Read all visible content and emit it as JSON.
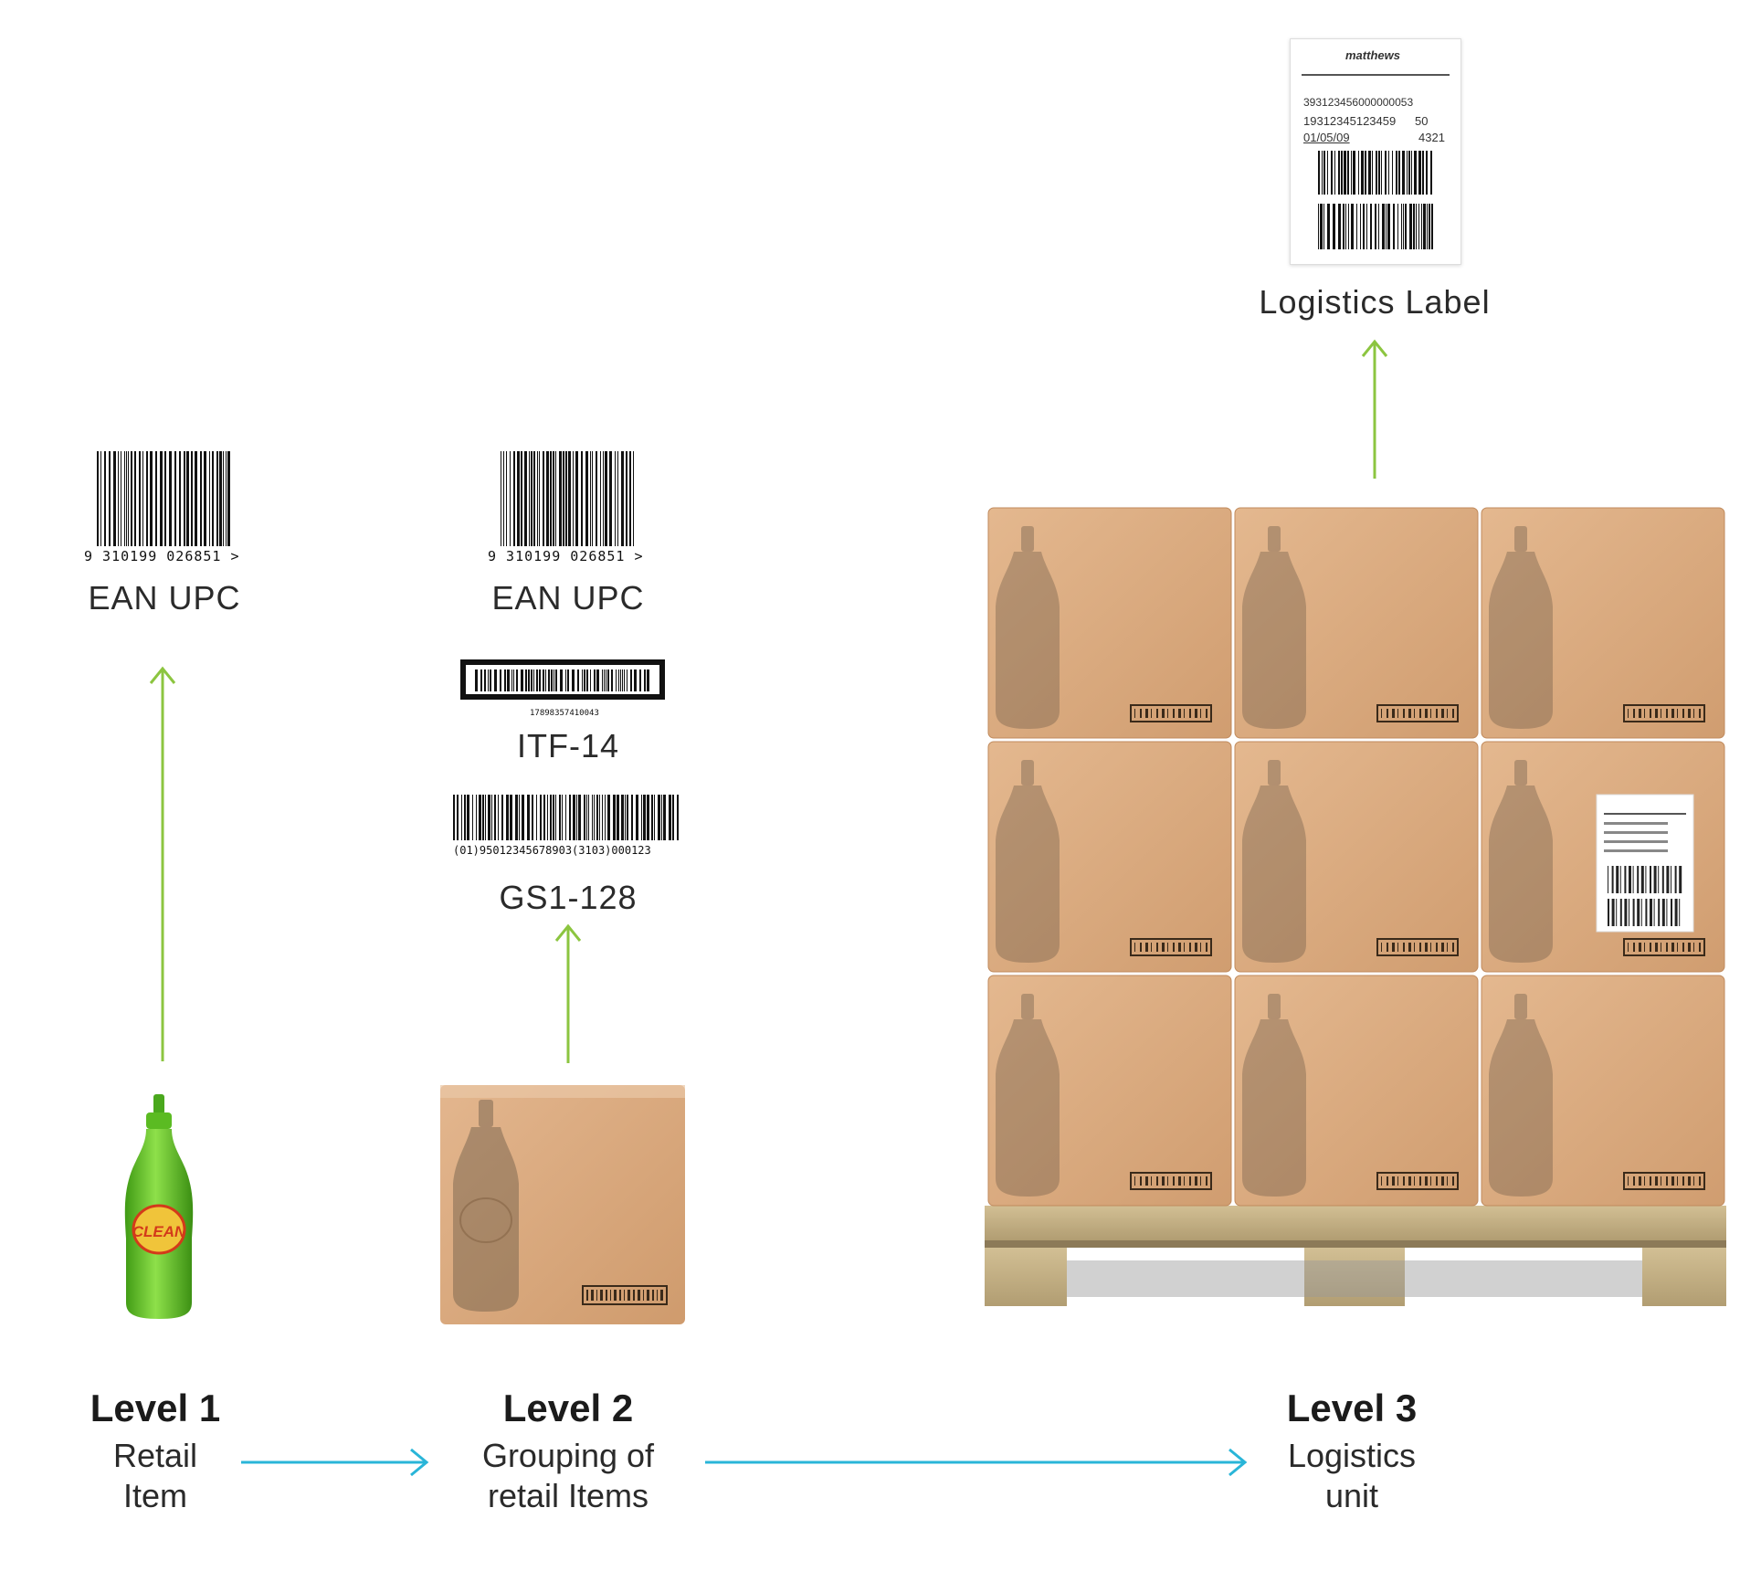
{
  "logistics_label": {
    "caption": "Logistics Label",
    "brand": "matthews",
    "sscc": "393123456000000053",
    "gtin": "19312345123459",
    "quantity": "50",
    "date": "01/05/09",
    "batch": "4321"
  },
  "level1": {
    "barcode_digits": "9 310199 026851 >",
    "barcode_caption": "EAN UPC",
    "title": "Level 1",
    "subtitle_line1": "Retail",
    "subtitle_line2": "Item",
    "product_brand": "CLEAN"
  },
  "level2": {
    "ean_digits": "9 310199 026851 >",
    "ean_caption": "EAN UPC",
    "itf_digits": "17898357410043",
    "itf_caption": "ITF-14",
    "gs1_digits": "(01)95012345678903(3103)000123",
    "gs1_caption": "GS1-128",
    "title": "Level 2",
    "subtitle_line1": "Grouping of",
    "subtitle_line2": "retail Items"
  },
  "level3": {
    "title": "Level 3",
    "subtitle_line1": "Logistics",
    "subtitle_line2": "unit"
  },
  "colors": {
    "up_arrow": "#8cc540",
    "flow_arrow": "#29b5d8",
    "cardboard": "#d9a87c",
    "pallet": "#c8b48a",
    "bottle_green": "#6cc62a"
  }
}
